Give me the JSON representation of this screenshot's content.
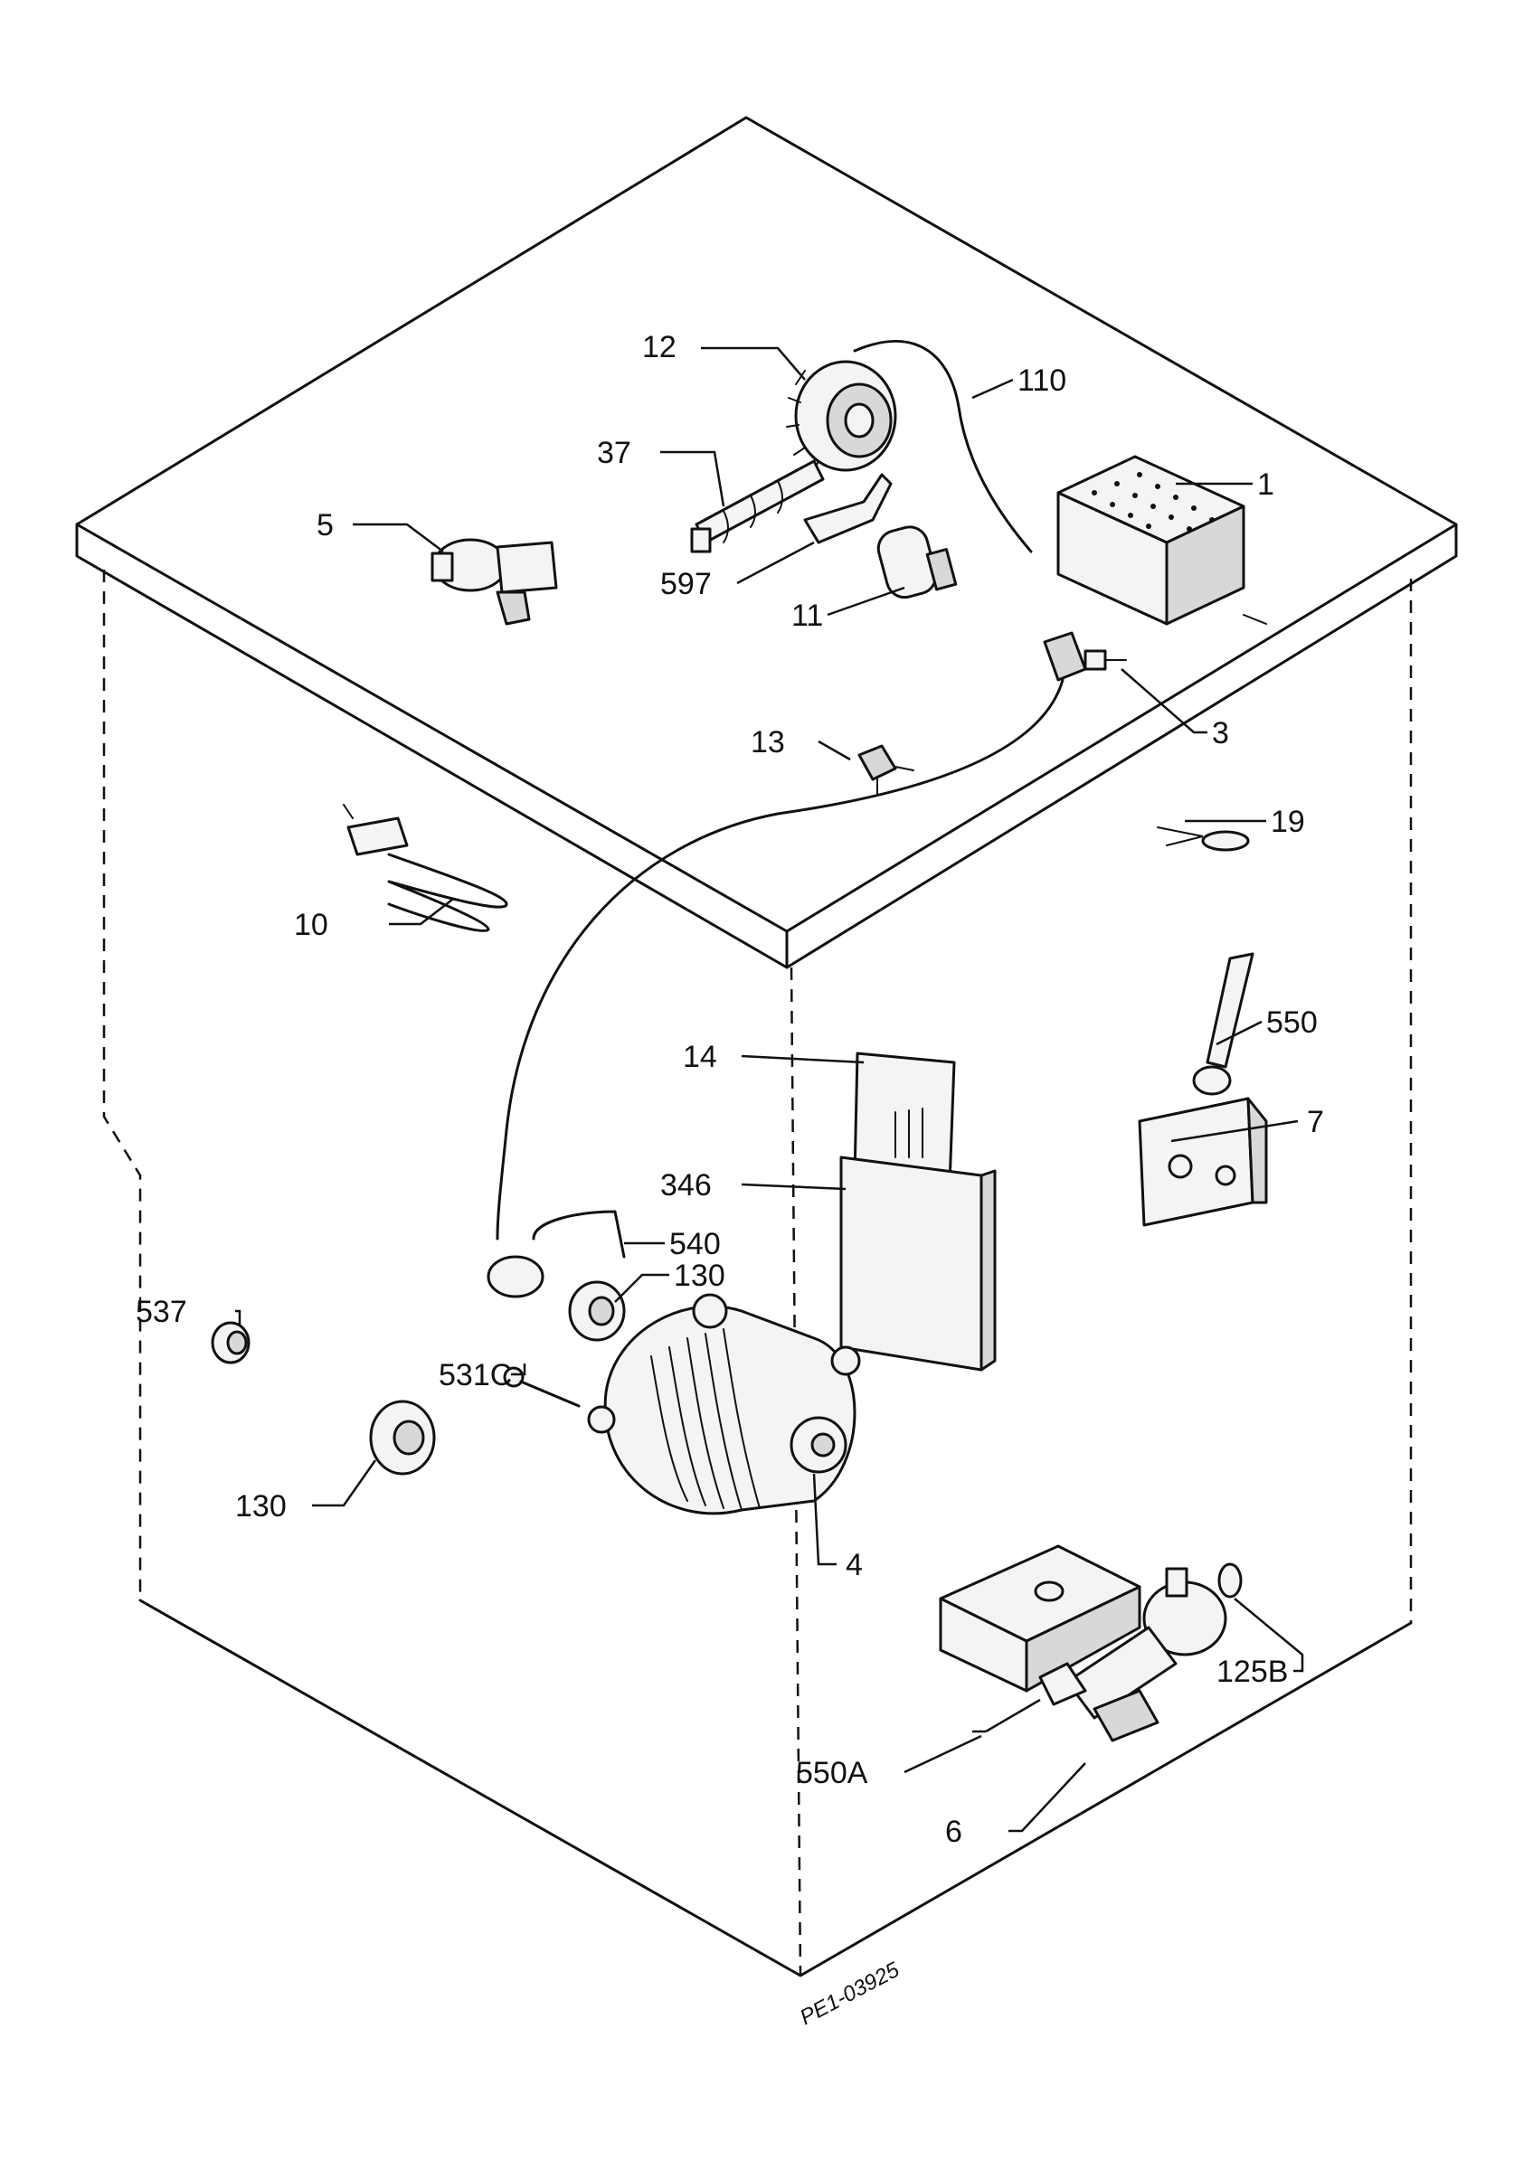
{
  "diagram": {
    "labels": {
      "p1": "1",
      "p3": "3",
      "p4": "4",
      "p5": "5",
      "p6": "6",
      "p7": "7",
      "p10": "10",
      "p11": "11",
      "p12": "12",
      "p13": "13",
      "p14": "14",
      "p19": "19",
      "p37": "37",
      "p110": "110",
      "p125b": "125B",
      "p130a": "130",
      "p130b": "130",
      "p346": "346",
      "p531c": "531C",
      "p537": "537",
      "p540": "540",
      "p550": "550",
      "p550a": "550A",
      "p597": "597"
    },
    "reference_code": "PE1-03925"
  }
}
